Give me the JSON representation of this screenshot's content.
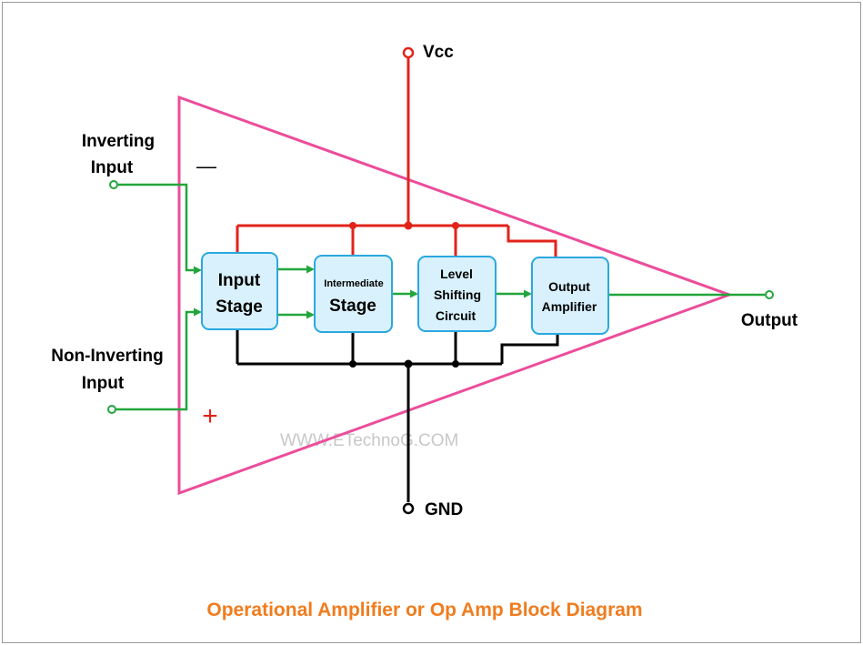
{
  "colors": {
    "frame": "#9a9a9a",
    "triangle": "#ec4c9a",
    "signal": "#22a63c",
    "supply": "#e2231a",
    "ground": "#000000",
    "block_fill": "#d9f1fc",
    "block_border": "#2aa8e0",
    "caption": "#f07c1e"
  },
  "supply": {
    "vcc_label": "Vcc",
    "gnd_label": "GND"
  },
  "inputs": {
    "inverting_line1": "Inverting",
    "inverting_line2": "Input",
    "noninverting_line1": "Non-Inverting",
    "noninverting_line2": "Input",
    "minus_sign": "—",
    "plus_sign": "+"
  },
  "output": {
    "label": "Output"
  },
  "blocks": {
    "input_stage": {
      "line1": "Input",
      "line2": "Stage"
    },
    "intermediate_stage": {
      "line1": "Intermediate",
      "line2": "Stage"
    },
    "level_shifting": {
      "line1": "Level",
      "line2": "Shifting",
      "line3": "Circuit"
    },
    "output_amplifier": {
      "line1": "Output",
      "line2": "Amplifier"
    }
  },
  "watermark": "WWW.ETechnoG.COM",
  "caption": "Operational Amplifier or Op Amp Block Diagram"
}
